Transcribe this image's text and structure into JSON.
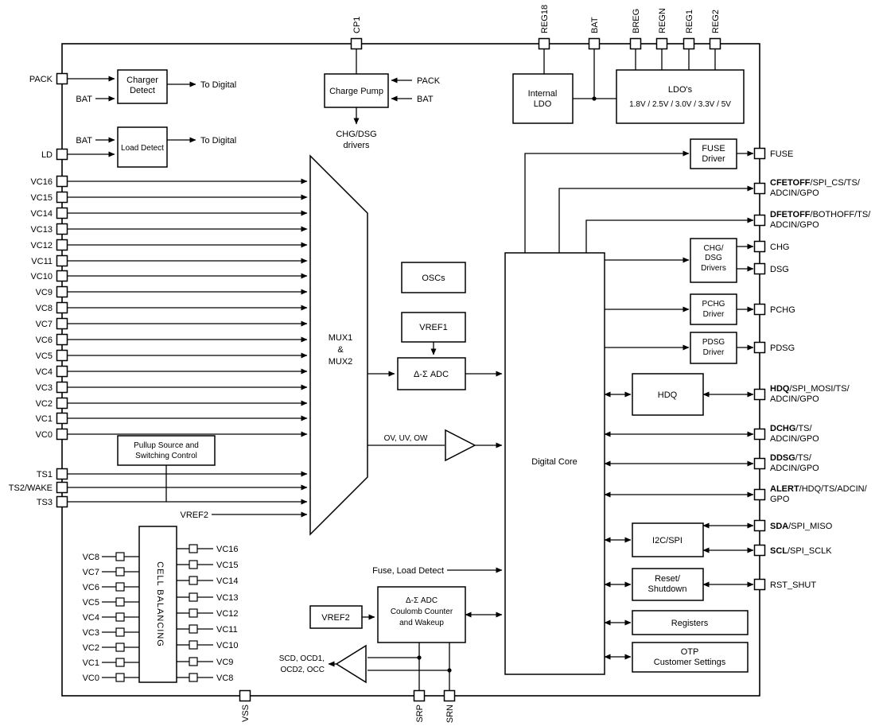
{
  "pins": {
    "top": [
      "CP1",
      "REG18",
      "BAT",
      "BREG",
      "REGN",
      "REG1",
      "REG2"
    ],
    "left": {
      "pack": "PACK",
      "ld": "LD",
      "vc": [
        "VC16",
        "VC15",
        "VC14",
        "VC13",
        "VC12",
        "VC11",
        "VC10",
        "VC9",
        "VC8",
        "VC7",
        "VC6",
        "VC5",
        "VC4",
        "VC3",
        "VC2",
        "VC1",
        "VC0"
      ],
      "ts1": "TS1",
      "ts2": "TS2/WAKE",
      "ts3": "TS3"
    },
    "bottom": [
      "VSS",
      "SRP",
      "SRN"
    ],
    "right": {
      "fuse": "FUSE",
      "cfetoff": {
        "bold": "CFETOFF",
        "rest": "/SPI_CS/TS/",
        "line2": "ADCIN/GPO"
      },
      "dfetoff": {
        "bold": "DFETOFF",
        "rest": "/BOTHOFF/TS/",
        "line2": "ADCIN/GPO"
      },
      "chg": "CHG",
      "dsg": "DSG",
      "pchg": "PCHG",
      "pdsg": "PDSG",
      "hdq": {
        "bold": "HDQ",
        "rest": "/SPI_MOSI/TS/",
        "line2": "ADCIN/GPO"
      },
      "dchg": {
        "bold": "DCHG",
        "rest": "/TS/",
        "line2": "ADCIN/GPO"
      },
      "ddsg": {
        "bold": "DDSG",
        "rest": "/TS/",
        "line2": "ADCIN/GPO"
      },
      "alert": {
        "bold": "ALERT",
        "rest": "/HDQ/TS/ADCIN/",
        "line2": "GPO"
      },
      "sda": {
        "bold": "SDA",
        "rest": "/SPI_MISO"
      },
      "scl": {
        "bold": "SCL",
        "rest": "/SPI_SCLK"
      },
      "rst_shut": "RST_SHUT"
    }
  },
  "blocks": {
    "charger_detect": {
      "l1": "Charger",
      "l2": "Detect"
    },
    "load_detect": "Load Detect",
    "charge_pump": "Charge Pump",
    "internal_ldo": {
      "l1": "Internal",
      "l2": "LDO"
    },
    "ldos": {
      "l1": "LDO's",
      "l2": "1.8V / 2.5V / 3.0V / 3.3V / 5V"
    },
    "fuse_driver": {
      "l1": "FUSE",
      "l2": "Driver"
    },
    "mux": {
      "l1": "MUX1",
      "l2": "&",
      "l3": "MUX2"
    },
    "oscs": "OSCs",
    "vref1": "VREF1",
    "adc": "Δ-Σ  ADC",
    "digital_core": "Digital Core",
    "chg_dsg_drivers": {
      "l1": "CHG/",
      "l2": "DSG",
      "l3": "Drivers"
    },
    "pchg_driver": {
      "l1": "PCHG",
      "l2": "Driver"
    },
    "pdsg_driver": {
      "l1": "PDSG",
      "l2": "Driver"
    },
    "hdq": "HDQ",
    "i2c_spi": "I2C/SPI",
    "reset_shutdown": {
      "l1": "Reset/",
      "l2": "Shutdown"
    },
    "registers": "Registers",
    "otp": {
      "l1": "OTP",
      "l2": "Customer Settings"
    },
    "pullup": {
      "l1": "Pullup Source and",
      "l2": "Switching Control"
    },
    "cell_balancing": "CELL BALANCING",
    "vref2": "VREF2",
    "coulomb": {
      "l1": "Δ-Σ  ADC",
      "l2": "Coulomb Counter",
      "l3": "and Wakeup"
    }
  },
  "labels": {
    "to_digital_1": "To Digital",
    "to_digital_2": "To Digital",
    "bat_charger": "BAT",
    "bat_load": "BAT",
    "pack_cp": "PACK",
    "bat_cp": "BAT",
    "chg_dsg_l1": "CHG/DSG",
    "chg_dsg_l2": "drivers",
    "ov_uv_ow": "OV, UV, OW",
    "vref2_mux": "VREF2",
    "fuse_load_detect": "Fuse, Load Detect",
    "scd_l1": "SCD, OCD1,",
    "scd_l2": "OCD2, OCC"
  },
  "cell_balancing_labels": {
    "left": [
      "VC8",
      "VC7",
      "VC6",
      "VC5",
      "VC4",
      "VC3",
      "VC2",
      "VC1",
      "VC0"
    ],
    "right": [
      "VC16",
      "VC15",
      "VC14",
      "VC13",
      "VC12",
      "VC11",
      "VC10",
      "VC9",
      "VC8"
    ]
  },
  "colors": {
    "line": "#000000",
    "background": "#ffffff"
  }
}
